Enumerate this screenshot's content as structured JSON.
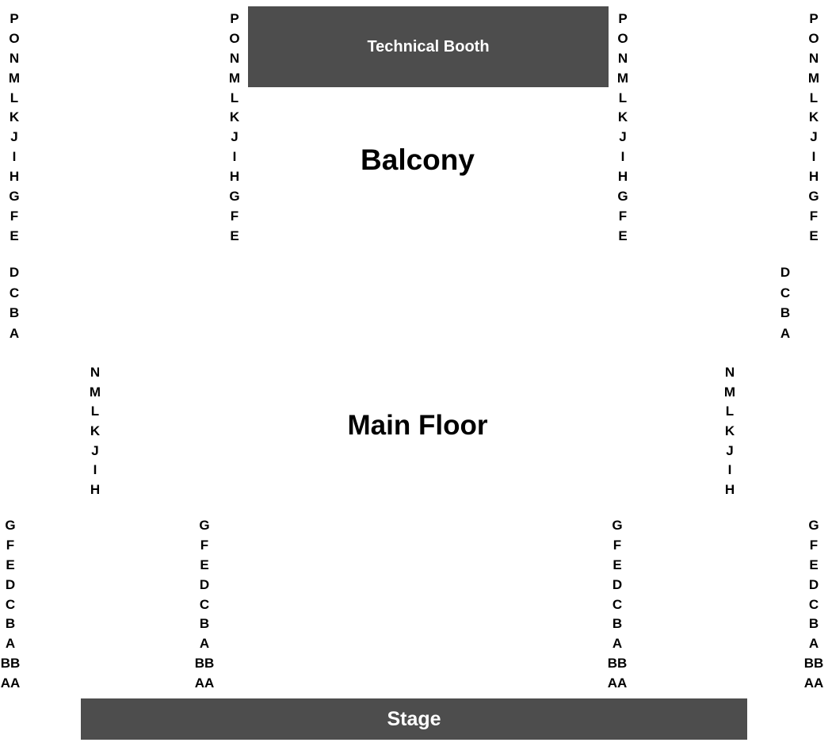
{
  "labels": {
    "technical_booth": "Technical Booth",
    "balcony": "Balcony",
    "main_floor": "Main Floor",
    "stage": "Stage"
  },
  "colors": {
    "block_fill": "#4d4d4d",
    "block_text": "#ffffff",
    "text": "#000000",
    "background": "#ffffff"
  },
  "row_groups": {
    "balcony_upper": [
      "P",
      "O",
      "N",
      "M",
      "L",
      "K",
      "J",
      "I",
      "H",
      "G",
      "F",
      "E"
    ],
    "balcony_lower": [
      "D",
      "C",
      "B",
      "A"
    ],
    "main_upper": [
      "N",
      "M",
      "L",
      "K",
      "J",
      "I",
      "H"
    ],
    "main_lower": [
      "G",
      "F",
      "E",
      "D",
      "C",
      "B",
      "A",
      "BB",
      "AA"
    ]
  }
}
